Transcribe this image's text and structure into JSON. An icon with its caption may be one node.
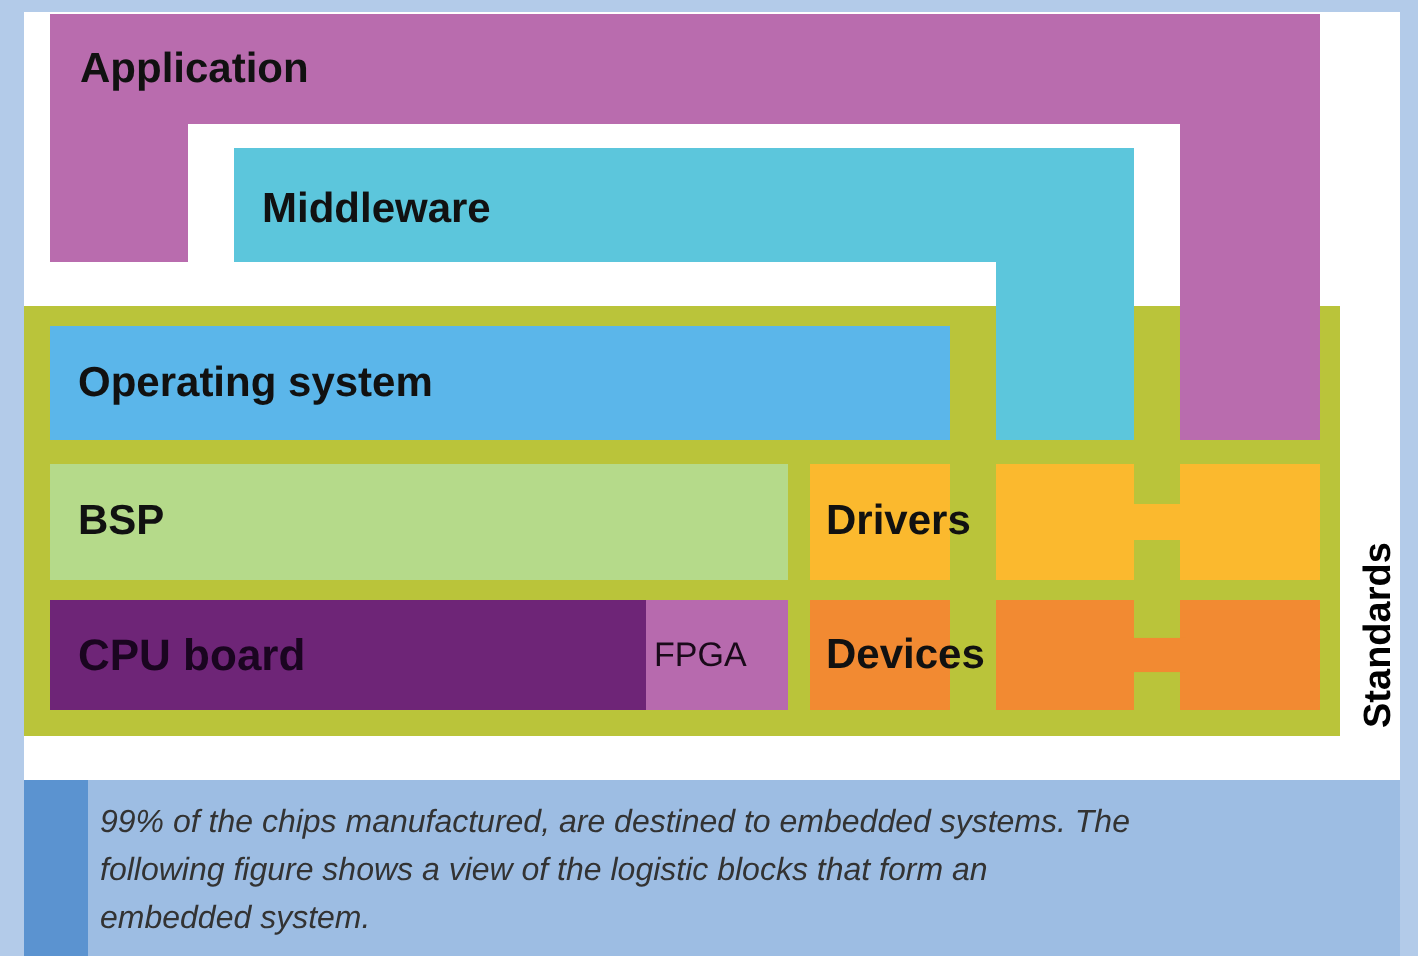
{
  "diagram": {
    "caption": "99% of the chips manufactured, are destined to embedded systems. The following figure shows a view of the logistic blocks that form an embedded system.",
    "nodes": [
      {
        "text": [
          "Application"
        ]
      },
      {
        "text": [
          "Middleware"
        ]
      },
      {
        "text": [],
        "shape": "box"
      },
      {
        "text": [
          "Operating system"
        ],
        "in": 2
      },
      {
        "text": [
          "BSP"
        ],
        "in": 2
      },
      {
        "text": [
          "Drivers"
        ],
        "in": 2
      },
      {
        "text": [
          "CPU board"
        ],
        "in": 2
      },
      {
        "text": [
          "FPGA"
        ],
        "in": 2
      },
      {
        "text": [
          "Devices"
        ],
        "in": 2
      }
    ],
    "labels": [
      "Standards"
    ]
  }
}
